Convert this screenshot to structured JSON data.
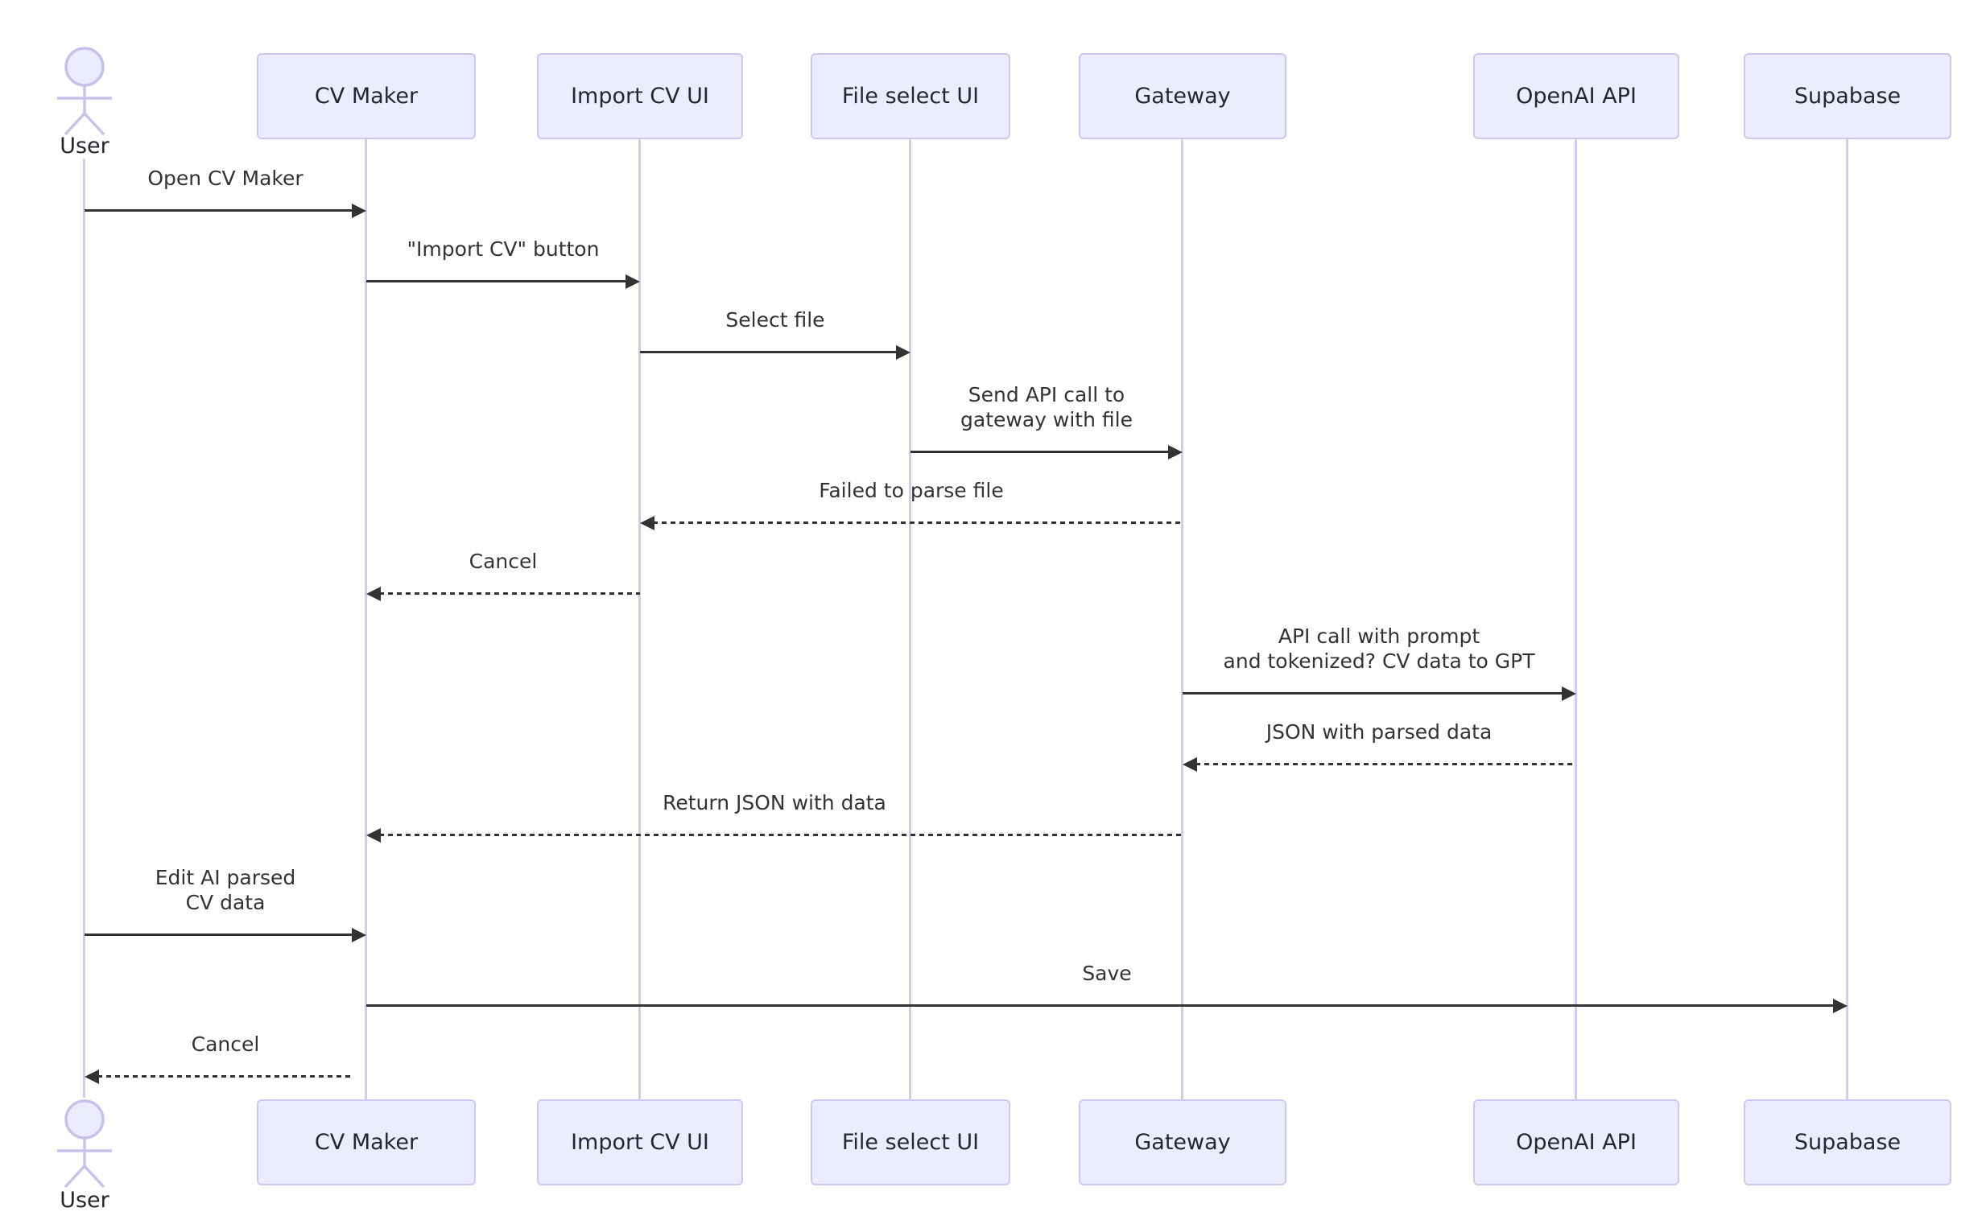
{
  "diagram": {
    "type": "sequence-diagram",
    "actor": {
      "label": "User"
    },
    "participants": [
      {
        "label": "CV Maker"
      },
      {
        "label": "Import CV UI"
      },
      {
        "label": "File select UI"
      },
      {
        "label": "Gateway"
      },
      {
        "label": "OpenAI API"
      },
      {
        "label": "Supabase"
      }
    ],
    "messages": [
      {
        "from": "User",
        "to": "CV Maker",
        "line": "solid",
        "label": "Open CV Maker"
      },
      {
        "from": "CV Maker",
        "to": "Import CV UI",
        "line": "solid",
        "label": "\"Import CV\" button"
      },
      {
        "from": "Import CV UI",
        "to": "File select UI",
        "line": "solid",
        "label": "Select file"
      },
      {
        "from": "File select UI",
        "to": "Gateway",
        "line": "solid",
        "label": "Send API call to\ngateway with file"
      },
      {
        "from": "Gateway",
        "to": "Import CV UI",
        "line": "dashed",
        "label": "Failed to parse file"
      },
      {
        "from": "Import CV UI",
        "to": "CV Maker",
        "line": "dashed",
        "label": "Cancel"
      },
      {
        "from": "Gateway",
        "to": "OpenAI API",
        "line": "solid",
        "label": "API call with prompt\nand tokenized? CV data to GPT"
      },
      {
        "from": "OpenAI API",
        "to": "Gateway",
        "line": "dashed",
        "label": "JSON with parsed data"
      },
      {
        "from": "Gateway",
        "to": "CV Maker",
        "line": "dashed",
        "label": "Return JSON with data"
      },
      {
        "from": "User",
        "to": "CV Maker",
        "line": "solid",
        "label": "Edit AI parsed\nCV data"
      },
      {
        "from": "CV Maker",
        "to": "Supabase",
        "line": "solid",
        "label": "Save"
      },
      {
        "from": "CV Maker",
        "to": "User",
        "line": "dashed",
        "label": "Cancel"
      }
    ],
    "colors": {
      "participant_fill": "#ECECFF",
      "participant_border": "#CFC7F1",
      "lifeline": "#D2CBEF",
      "message": "#333333"
    }
  }
}
